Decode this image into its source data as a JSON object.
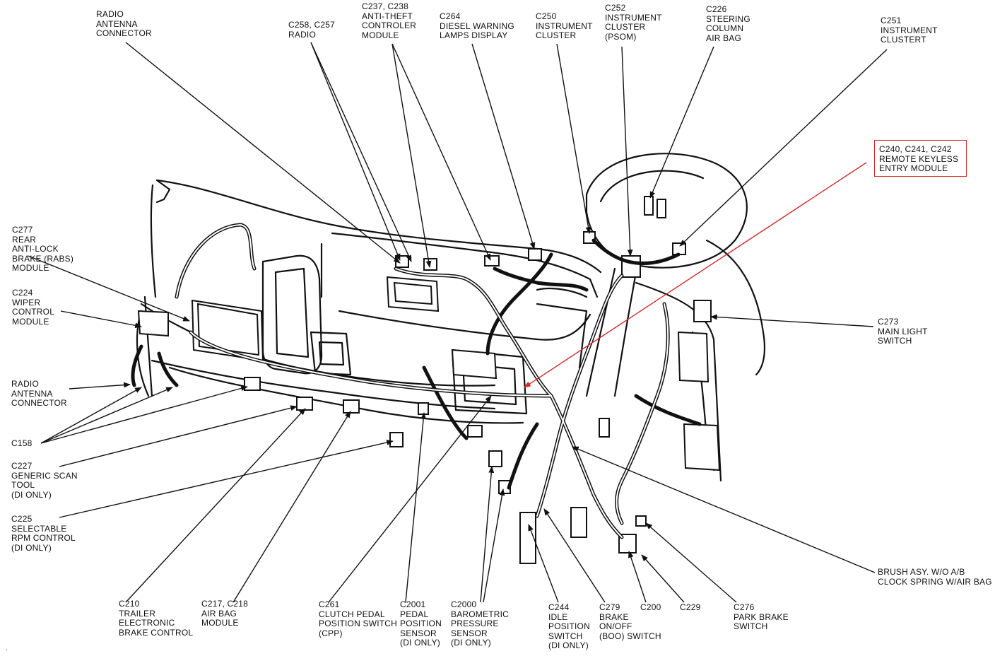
{
  "diagram": {
    "highlight_color": "#d22a2a",
    "ink_color": "#111111",
    "labels": {
      "radio_antenna_top": "RADIO\nANTENNA\nCONNECTOR",
      "c258_c257": "C258, C257\nRADIO",
      "c237_c238": "C237, C238\nANTI-THEFT\nCONTROLER\nMODULE",
      "c264": "C264\nDIESEL WARNING\nLAMPS DISPLAY",
      "c250": "C250\nINSTRUMENT\nCLUSTER",
      "c252": "C252\nINSTRUMENT\nCLUSTER\n(PSOM)",
      "c226": "C226\nSTEERING\nCOLUMN\nAIR BAG",
      "c251": "C251\nINSTRUMENT\nCLUSTERT",
      "c240_c241_c242": "C240, C241, C242\nREMOTE KEYLESS\nENTRY MODULE",
      "c277": "C277\nREAR\nANTI-LOCK\nBRAKE (RABS)\nMODULE",
      "c224": "C224\nWIPER\nCONTROL\nMODULE",
      "radio_antenna_left": "RADIO\nANTENNA\nCONNECTOR",
      "c158": "C158",
      "c227": "C227\nGENERIC SCAN\nTOOL\n(DI ONLY)",
      "c225": "C225\nSELECTABLE\nRPM CONTROL\n(DI ONLY)",
      "c273": "C273\nMAIN LIGHT\nSWITCH",
      "brush_assy": "BRUSH ASY. W/O A/B\nCLOCK SPRING W/AIR BAG",
      "c210": "C210\nTRAILER\nELECTRONIC\nBRAKE CONTROL",
      "c217_c218": "C217, C218\nAIR BAG\nMODULE",
      "c261": "C261\nCLUTCH PEDAL\nPOSITION SWITCH\n(CPP)",
      "c2001": "C2001\nPEDAL\nPOSITION\nSENSOR\n(DI ONLY)",
      "c2000": "C2000\nBAROMETRIC\nPRESSURE\nSENSOR\n(DI ONLY)",
      "c244": "C244\nIDLE\nPOSITION\nSWITCH\n(DI ONLY)",
      "c279": "C279\nBRAKE\nON/OFF\n(BOO) SWITCH",
      "c200": "C200",
      "c229": "C229",
      "c276": "C276\nPARK BRAKE\nSWITCH"
    }
  }
}
